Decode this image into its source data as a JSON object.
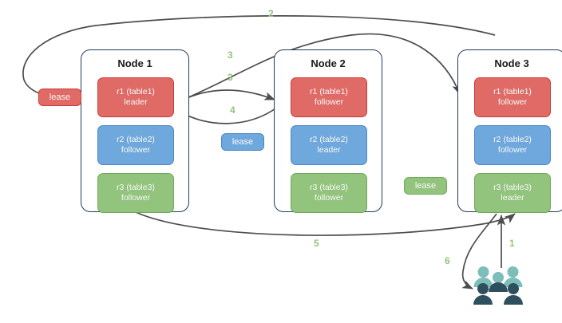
{
  "diagram": {
    "title": "distributed-cluster-lease-diagram",
    "colors": {
      "red": "#e06b66",
      "red_border": "#cc3b34",
      "blue": "#6fa8dc",
      "blue_border": "#4a86c8",
      "green": "#93c47d",
      "green_border": "#71a85a",
      "node_border": "#23395d",
      "arrow": "#4d4d4d",
      "step_label": "#93c47d",
      "users_light": "#7dbdba",
      "users_dark": "#2e4f5e"
    }
  },
  "nodes": [
    {
      "title": "Node 1",
      "replicas": [
        {
          "name": "r1 (table1)",
          "role": "leader",
          "color": "red"
        },
        {
          "name": "r2 (table2)",
          "role": "follower",
          "color": "blue"
        },
        {
          "name": "r3 (table3)",
          "role": "follower",
          "color": "green"
        }
      ]
    },
    {
      "title": "Node 2",
      "replicas": [
        {
          "name": "r1 (table1)",
          "role": "follower",
          "color": "red"
        },
        {
          "name": "r2 (table2)",
          "role": "leader",
          "color": "blue"
        },
        {
          "name": "r3 (table3)",
          "role": "follower",
          "color": "green"
        }
      ]
    },
    {
      "title": "Node 3",
      "replicas": [
        {
          "name": "r1 (table1)",
          "role": "follower",
          "color": "red"
        },
        {
          "name": "r2 (table2)",
          "role": "follower",
          "color": "blue"
        },
        {
          "name": "r3 (table3)",
          "role": "leader",
          "color": "green"
        }
      ]
    }
  ],
  "leases": [
    {
      "label": "lease",
      "color": "red"
    },
    {
      "label": "lease",
      "color": "blue"
    },
    {
      "label": "lease",
      "color": "green"
    }
  ],
  "steps": [
    {
      "id": "1",
      "label": "1"
    },
    {
      "id": "2",
      "label": "2"
    },
    {
      "id": "3a",
      "label": "3"
    },
    {
      "id": "3b",
      "label": "3"
    },
    {
      "id": "4",
      "label": "4"
    },
    {
      "id": "5",
      "label": "5"
    },
    {
      "id": "6",
      "label": "6"
    }
  ],
  "actors": {
    "users_icon": "users-icon"
  }
}
